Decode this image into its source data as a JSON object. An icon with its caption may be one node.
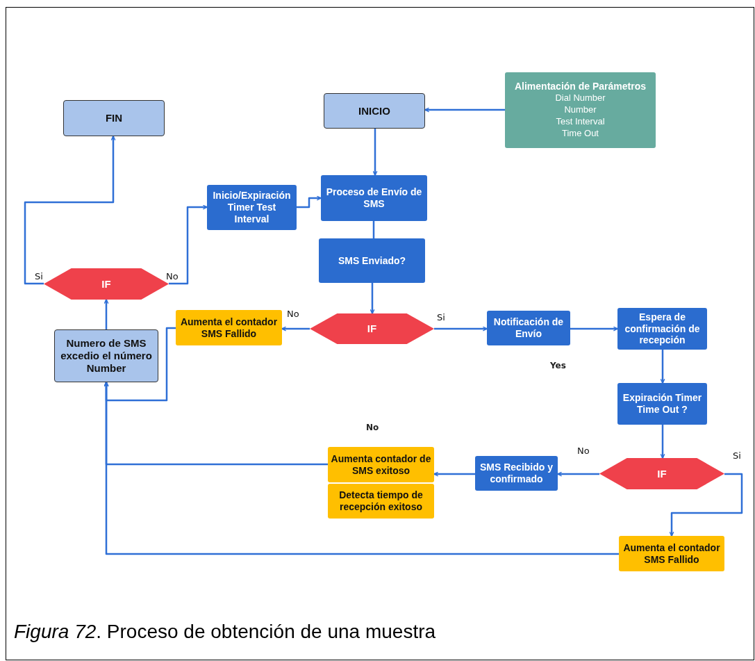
{
  "diagram": {
    "caption": "*Figura 72*. Proceso de obtención de una muestra",
    "nodes": [
      {
        "text": [
          "FIN"
        ]
      },
      {
        "text": [
          "INICIO"
        ]
      },
      {
        "text": [
          "Alimentación de Parámetros",
          "Dial Number",
          "Number",
          "Test Interval",
          "Time Out"
        ]
      },
      {
        "text": [
          "Inicio/Expiración Timer Test Interval"
        ]
      },
      {
        "text": [
          "Proceso de Envío de SMS"
        ]
      },
      {
        "text": [
          "SMS Enviado?"
        ]
      },
      {
        "text": [
          "IF"
        ]
      },
      {
        "text": [
          "IF"
        ]
      },
      {
        "text": [
          "Aumenta el contador SMS Fallido"
        ]
      },
      {
        "text": [
          "Numero de SMS excedio el número Number"
        ]
      },
      {
        "text": [
          "Notificación de Envío"
        ]
      },
      {
        "text": [
          "Espera de confirmación de recepción"
        ]
      },
      {
        "text": [
          "Expiración Timer Time Out ?"
        ]
      },
      {
        "text": [
          "IF"
        ]
      },
      {
        "text": [
          "SMS Recibido y confirmado"
        ]
      },
      {
        "text": [
          "Aumenta contador de SMS exitoso"
        ]
      },
      {
        "text": [
          "Detecta tiempo de recepción exitoso"
        ]
      },
      {
        "text": [
          "Aumenta el contador SMS Fallido"
        ]
      }
    ],
    "edges": [
      {
        "from": 2,
        "to": 1,
        "arrow": "to"
      },
      {
        "from": 1,
        "to": 4,
        "arrow": "to"
      },
      {
        "from": 4,
        "to": 5,
        "arrow": "none"
      },
      {
        "from": 5,
        "to": 7,
        "arrow": "to"
      },
      {
        "from": 7,
        "to": 8,
        "arrow": "to",
        "label": "No"
      },
      {
        "from": 7,
        "to": 10,
        "arrow": "to",
        "label": "Si"
      },
      {
        "from": 10,
        "to": 11,
        "arrow": "to"
      },
      {
        "from": 11,
        "to": 12,
        "arrow": "to"
      },
      {
        "from": 12,
        "to": 13,
        "arrow": "to"
      },
      {
        "from": 13,
        "to": 14,
        "arrow": "to",
        "label": "No"
      },
      {
        "from": 13,
        "to": 17,
        "arrow": "to",
        "label": "Si"
      },
      {
        "from": 14,
        "to": 15,
        "arrow": "to"
      },
      {
        "from": 15,
        "to": 9,
        "arrow": "to"
      },
      {
        "from": 17,
        "to": 9,
        "arrow": "to"
      },
      {
        "from": 8,
        "to": 9,
        "arrow": "to"
      },
      {
        "from": 9,
        "to": 6,
        "arrow": "to"
      },
      {
        "from": 6,
        "to": 0,
        "arrow": "to",
        "label": "Si"
      },
      {
        "from": 6,
        "to": 3,
        "arrow": "to",
        "label": "No"
      },
      {
        "from": 3,
        "to": 4,
        "arrow": "to"
      }
    ],
    "labels": [
      "Yes",
      "No"
    ]
  }
}
